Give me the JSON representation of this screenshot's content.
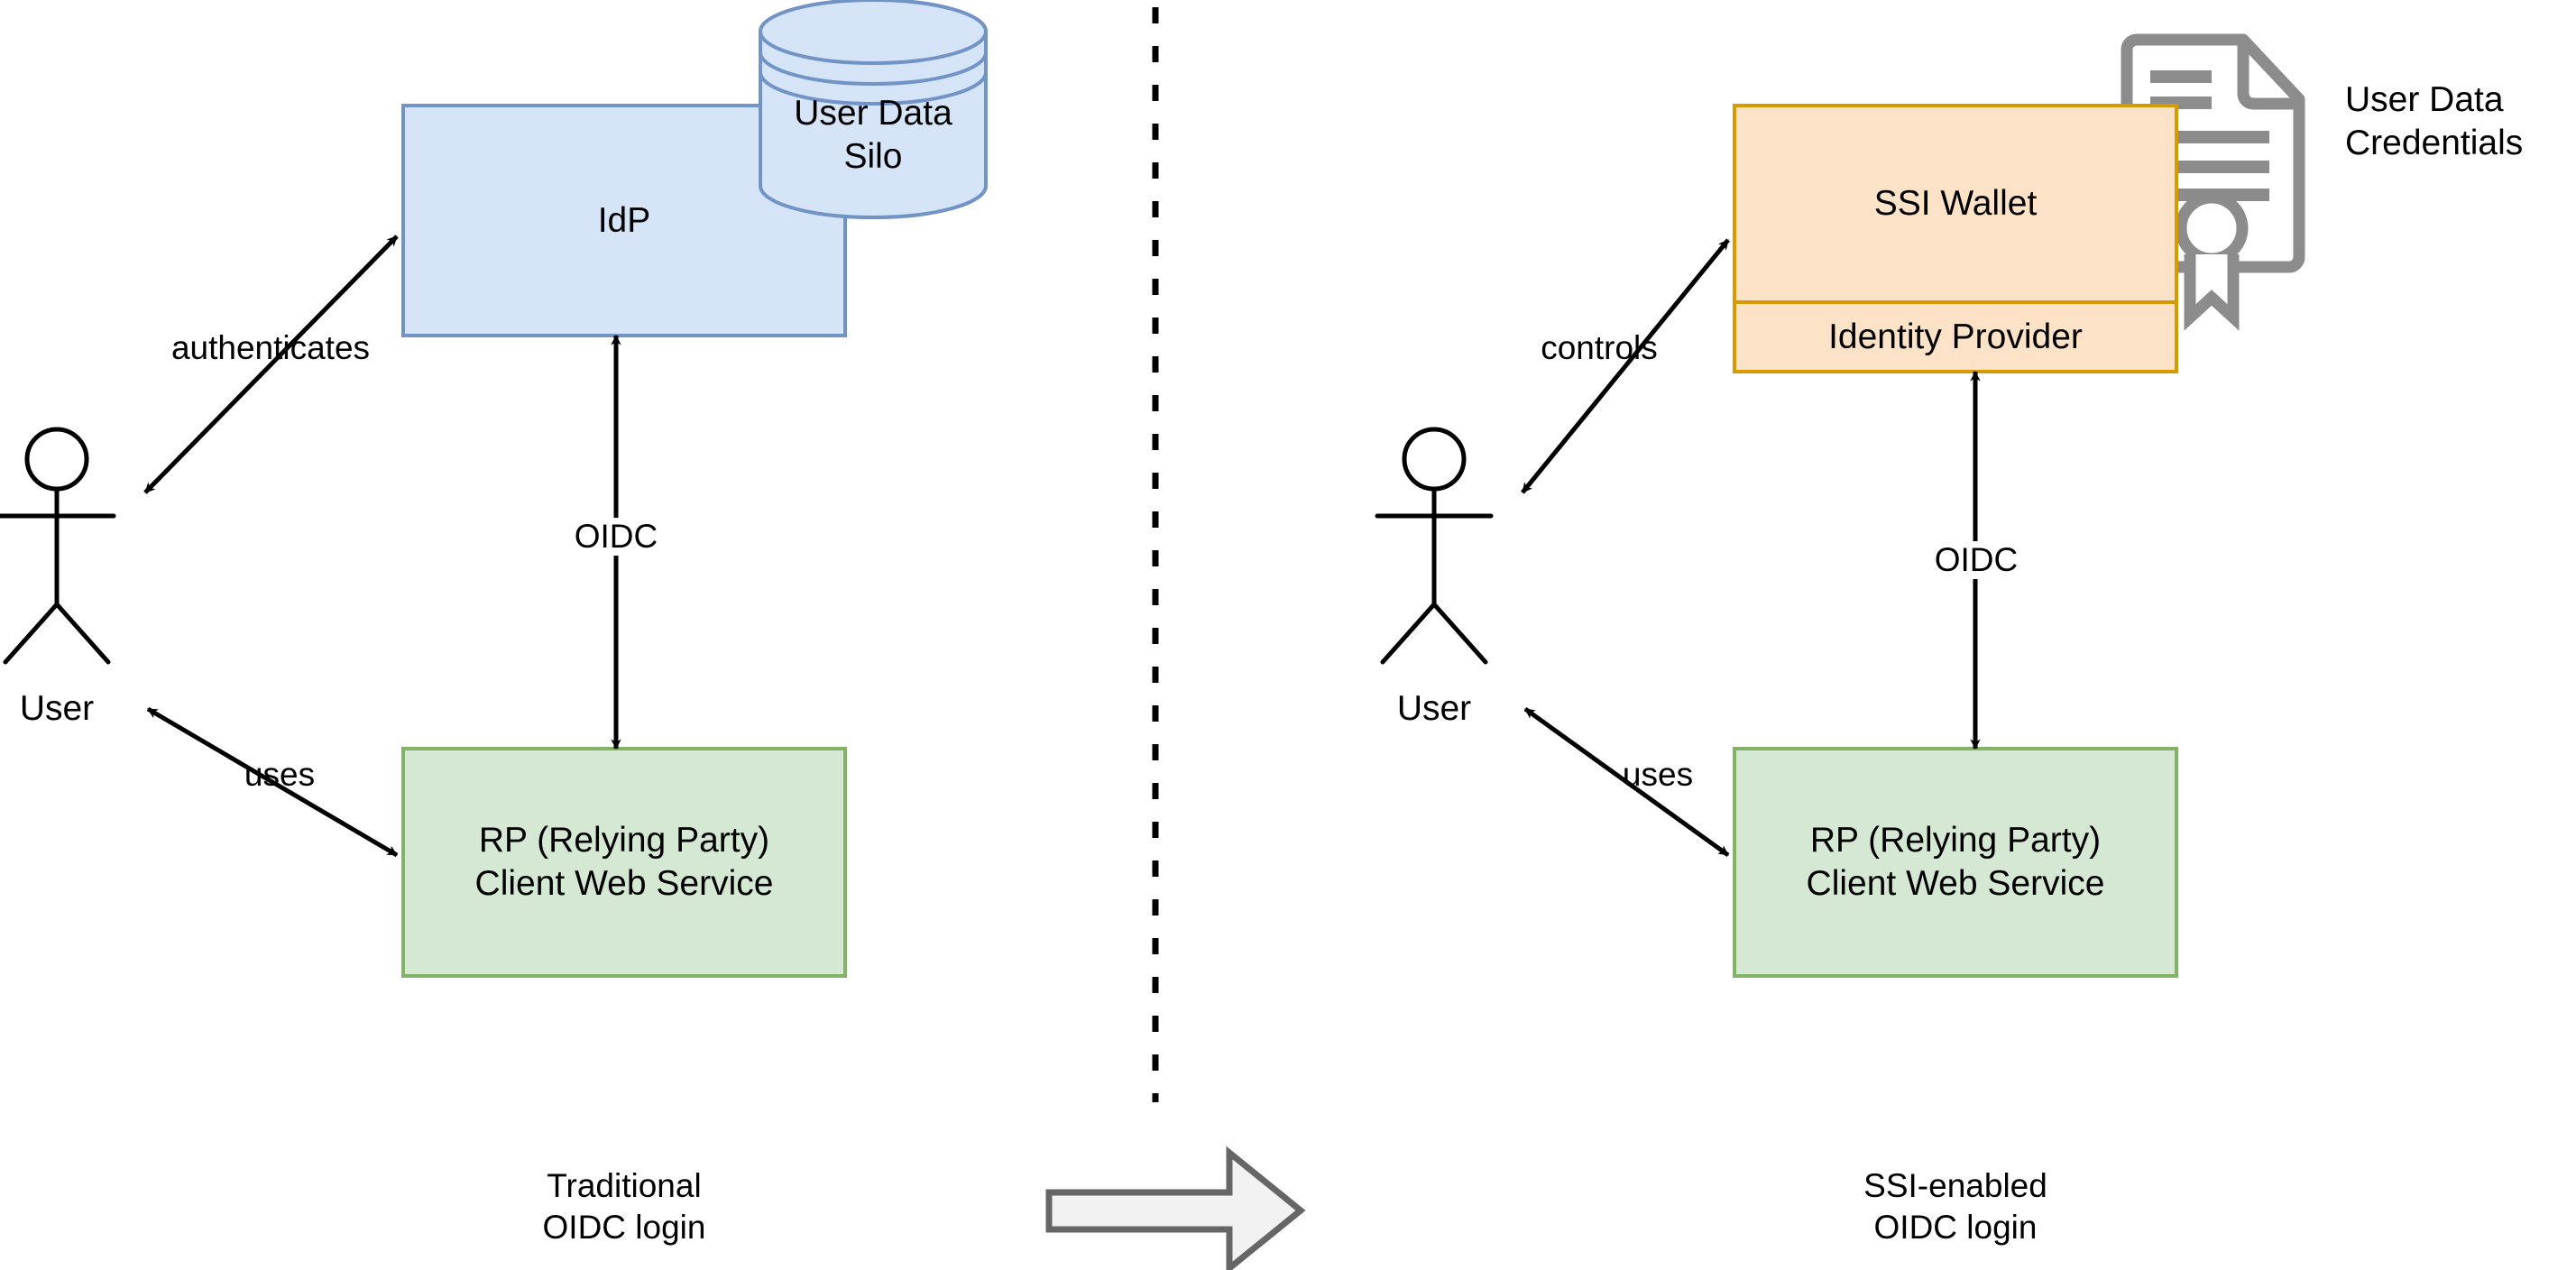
{
  "diagram": {
    "title_implicit": "Traditional vs SSI-enabled OIDC login",
    "divider": "vertical-dashed-line",
    "colors": {
      "idp_fill": "#d6e4f7",
      "idp_stroke": "#7293c6",
      "silo_fill": "#d6e4f7",
      "silo_stroke": "#7293c6",
      "rp_fill": "#d5e8d4",
      "rp_stroke": "#82b366",
      "wallet_fill": "#fce3c8",
      "wallet_stroke": "#d79b00",
      "cert_icon": "#8c8c8c",
      "big_arrow_fill": "#f2f2f2",
      "big_arrow_stroke": "#666666",
      "line": "#000000"
    }
  },
  "left": {
    "idp": {
      "label": "IdP"
    },
    "silo": {
      "label": "User Data\nSilo"
    },
    "rp": {
      "label": "RP (Relying Party)\nClient Web Service"
    },
    "actor": {
      "label": "User"
    },
    "edges": {
      "authenticates": "authenticates",
      "oidc": "OIDC",
      "uses": "uses"
    },
    "caption": "Traditional\nOIDC login"
  },
  "right": {
    "wallet": {
      "label": "SSI Wallet"
    },
    "idp": {
      "label": "Identity Provider"
    },
    "credentials": {
      "label": "User Data\nCredentials"
    },
    "rp": {
      "label": "RP (Relying Party)\nClient Web Service"
    },
    "actor": {
      "label": "User"
    },
    "edges": {
      "controls": "controls",
      "oidc": "OIDC",
      "uses": "uses"
    },
    "caption": "SSI-enabled\nOIDC login"
  },
  "transition": {
    "arrow": "right-block-arrow"
  },
  "icons": {
    "actor": "stick-figure-icon",
    "database": "cylinder-database-icon",
    "certificate": "certificate-document-icon",
    "transition_arrow": "block-arrow-right-icon",
    "divider": "dashed-divider-icon"
  }
}
